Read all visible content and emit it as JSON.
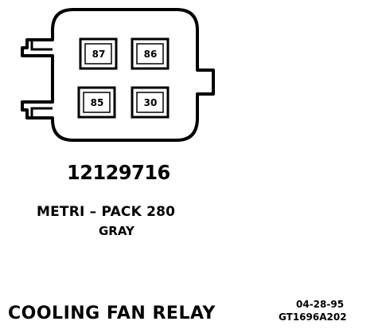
{
  "connector": {
    "pins": [
      {
        "label": "87"
      },
      {
        "label": "86"
      },
      {
        "label": "85"
      },
      {
        "label": "30"
      }
    ],
    "part_number": "12129716",
    "type": "METRI – PACK 280",
    "color": "GRAY"
  },
  "caption": "COOLING FAN RELAY",
  "reference": {
    "date": "04-28-95",
    "code": "GT1696A202"
  }
}
